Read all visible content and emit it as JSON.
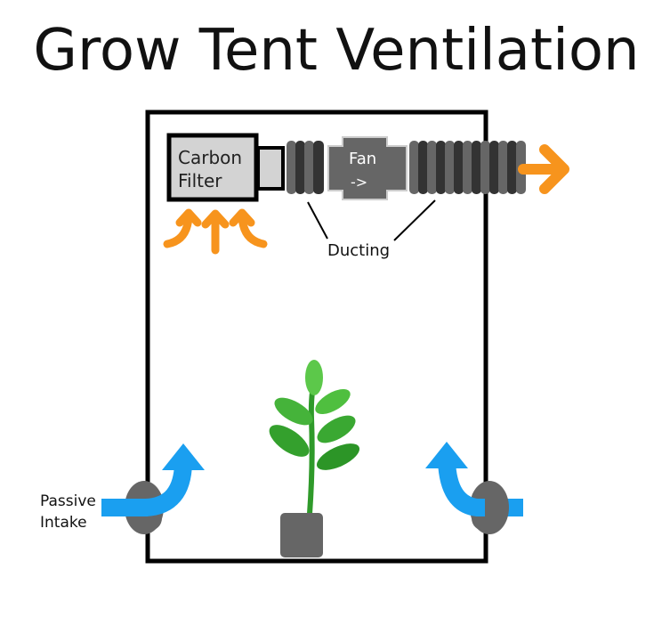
{
  "title": "Grow Tent Ventilation",
  "labels": {
    "carbon_filter_line1": "Carbon",
    "carbon_filter_line2": "Filter",
    "fan_line1": "Fan",
    "fan_line2": "->",
    "ducting": "Ducting",
    "passive_intake_line1": "Passive",
    "passive_intake_line2": "Intake"
  },
  "colors": {
    "exhaust_air": "#f7941d",
    "intake_air": "#1a9ff0",
    "plant": "#3da935",
    "equipment": "#666666",
    "filter": "#d3d3d3"
  }
}
